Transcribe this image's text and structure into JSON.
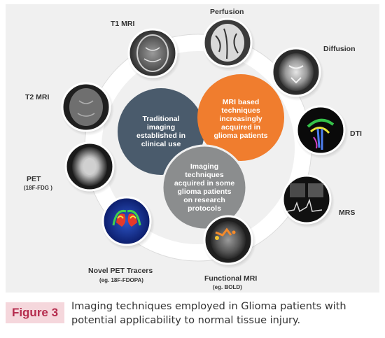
{
  "figure": {
    "center_circles": {
      "traditional": [
        "Traditional",
        "imaging",
        "established in",
        "clinical use"
      ],
      "mri_based": [
        "MRI based",
        "techniques",
        "increasingly",
        "acquired in",
        "glioma patients"
      ],
      "research": [
        "Imaging",
        "techniques",
        "acquired in some",
        "glioma patients",
        "on research",
        "protocols"
      ]
    },
    "techniques": {
      "t1_mri": "T1 MRI",
      "perfusion": "Perfusion",
      "diffusion": "Diffusion",
      "t2_mri": "T2 MRI",
      "dti": "DTI",
      "pet": "PET",
      "pet_sub": "(18F-FDG )",
      "mrs": "MRS",
      "novel_pet": "Novel PET Tracers",
      "novel_pet_sub": "(eg. 18F-FDOPA)",
      "functional_mri": "Functional MRI",
      "functional_mri_sub": "(eg. BOLD)"
    },
    "colors": {
      "traditional": "#4a5b6c",
      "mri_based": "#f07d2e",
      "research": "#8b8d8e"
    }
  },
  "caption": {
    "badge": "Figure 3",
    "lines": [
      "Imaging techniques employed in Glioma patients with",
      "potential applicability to normal tissue injury."
    ]
  }
}
